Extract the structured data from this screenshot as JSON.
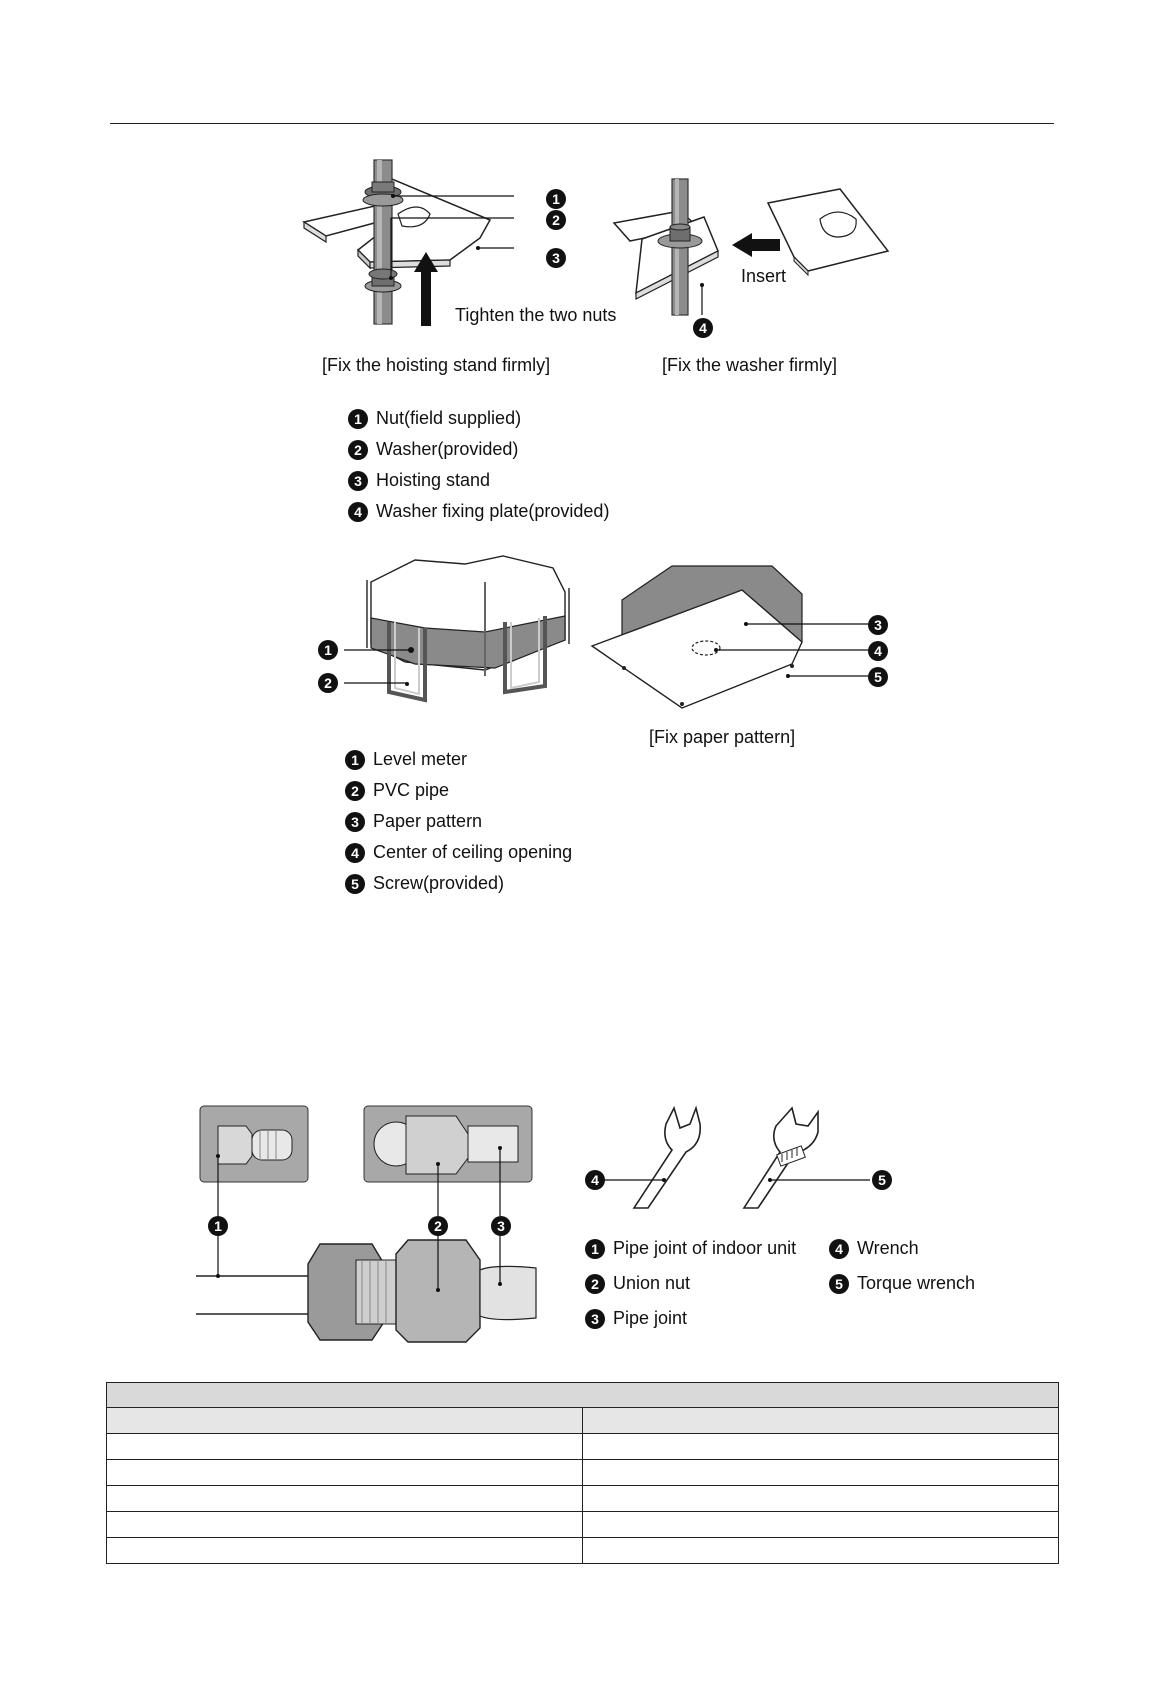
{
  "figure1": {
    "left_caption": "[Fix the hoisting stand firmly]",
    "right_caption": "[Fix the washer firmly]",
    "tighten_label": "Tighten the two nuts",
    "insert_label": "Insert",
    "legend": [
      {
        "num": "1",
        "text": "Nut(field supplied)"
      },
      {
        "num": "2",
        "text": "Washer(provided)"
      },
      {
        "num": "3",
        "text": "Hoisting stand"
      },
      {
        "num": "4",
        "text": "Washer fixing plate(provided)"
      }
    ]
  },
  "figure2": {
    "right_caption": "[Fix paper pattern]",
    "legend": [
      {
        "num": "1",
        "text": "Level meter"
      },
      {
        "num": "2",
        "text": "PVC pipe"
      },
      {
        "num": "3",
        "text": "Paper pattern"
      },
      {
        "num": "4",
        "text": "Center of ceiling opening"
      },
      {
        "num": "5",
        "text": "Screw(provided)"
      }
    ]
  },
  "figure3": {
    "legend_left": [
      {
        "num": "1",
        "text": "Pipe joint of indoor unit"
      },
      {
        "num": "2",
        "text": "Union nut"
      },
      {
        "num": "3",
        "text": "Pipe joint"
      }
    ],
    "legend_right": [
      {
        "num": "4",
        "text": "Wrench"
      },
      {
        "num": "5",
        "text": "Torque wrench"
      }
    ]
  },
  "table": {
    "header": "",
    "columns": [
      "",
      ""
    ],
    "rows": [
      [
        "",
        ""
      ],
      [
        "",
        ""
      ],
      [
        "",
        ""
      ],
      [
        "",
        ""
      ],
      [
        "",
        ""
      ]
    ]
  },
  "colors": {
    "badge": "#111111",
    "unit_fill": "#8a8a8a",
    "table_header": "#d9d9d9"
  }
}
